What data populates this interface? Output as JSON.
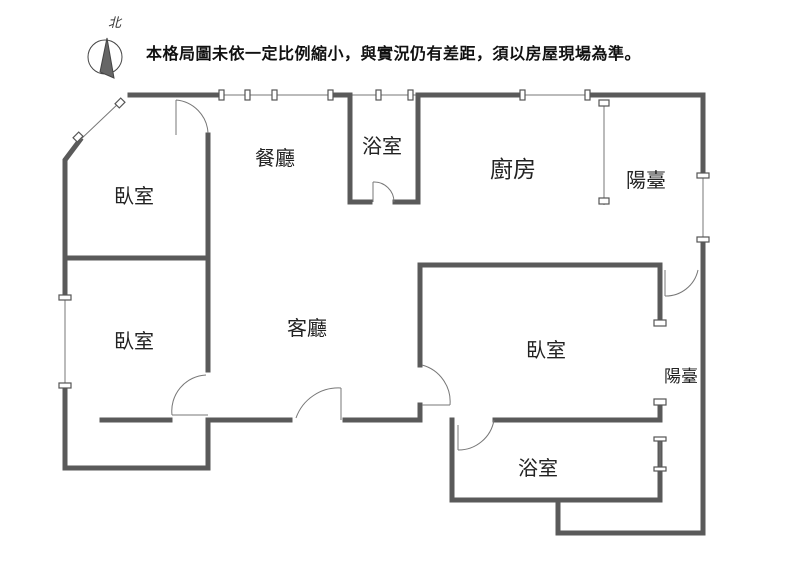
{
  "compass": {
    "label": "北"
  },
  "disclaimer": "本格局圖未依一定比例縮小，與實況仍有差距，須以房屋現場為準。",
  "rooms": {
    "bedroom_nw": "臥室",
    "bedroom_w": "臥室",
    "dining": "餐廳",
    "bath_n": "浴室",
    "kitchen": "廚房",
    "balcony_ne": "陽臺",
    "living": "客廳",
    "bedroom_e": "臥室",
    "balcony_e": "陽臺",
    "bath_s": "浴室"
  }
}
